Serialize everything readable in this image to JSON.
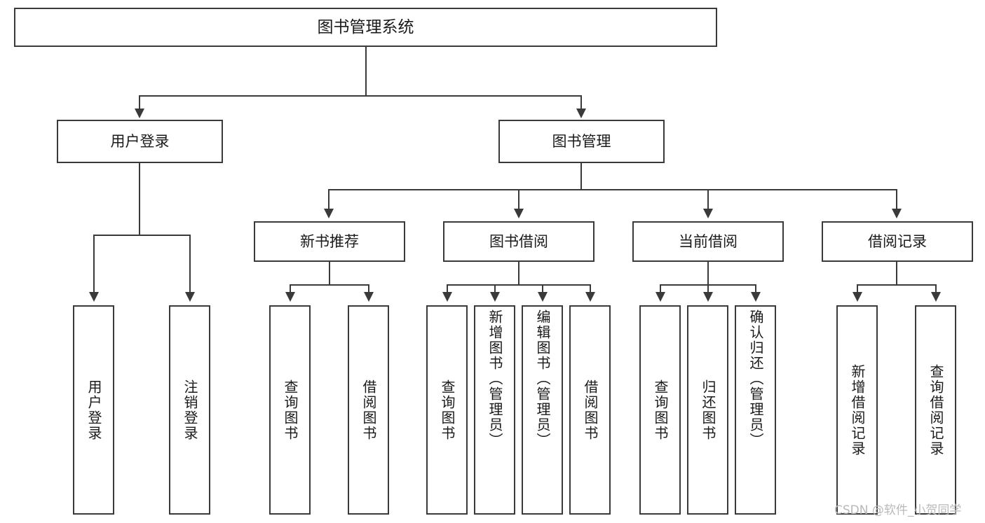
{
  "diagram": {
    "title": "图书管理系统",
    "type": "hierarchy-tree",
    "orientation": "top-down",
    "colors": {
      "box_border": "#3a3a3a",
      "box_fill": "#ffffff",
      "connector": "#3a3a3a",
      "text": "#1a1a1a",
      "background": "#ffffff",
      "watermark": "#b9b9b9"
    },
    "root": {
      "label": "图书管理系统",
      "children": [
        {
          "label": "用户登录",
          "children": [
            {
              "label": "用户登录"
            },
            {
              "label": "注销登录"
            }
          ]
        },
        {
          "label": "图书管理",
          "children": [
            {
              "label": "新书推荐",
              "children": [
                {
                  "label": "查询图书"
                },
                {
                  "label": "借阅图书"
                }
              ]
            },
            {
              "label": "图书借阅",
              "children": [
                {
                  "label": "查询图书"
                },
                {
                  "label": "新增图书（管理员）"
                },
                {
                  "label": "编辑图书（管理员）"
                },
                {
                  "label": "借阅图书"
                }
              ]
            },
            {
              "label": "当前借阅",
              "children": [
                {
                  "label": "查询图书"
                },
                {
                  "label": "归还图书"
                },
                {
                  "label": "确认归还（管理员）"
                }
              ]
            },
            {
              "label": "借阅记录",
              "children": [
                {
                  "label": "新增借阅记录"
                },
                {
                  "label": "查询借阅记录"
                }
              ]
            }
          ]
        }
      ]
    },
    "nodes": {
      "root": "图书管理系统",
      "user_login": "用户登录",
      "book_manage": "图书管理",
      "new_book_rec": "新书推荐",
      "book_borrow": "图书借阅",
      "current_borrow": "当前借阅",
      "borrow_record": "借阅记录",
      "leaf_user_login": "用户登录",
      "leaf_user_logout": "注销登录",
      "leaf_rec_query": "查询图书",
      "leaf_rec_borrow": "借阅图书",
      "leaf_borrow_query": "查询图书",
      "leaf_borrow_add": "新增图书（管理员）",
      "leaf_borrow_edit": "编辑图书（管理员）",
      "leaf_borrow_borrow": "借阅图书",
      "leaf_cur_query": "查询图书",
      "leaf_cur_return": "归还图书",
      "leaf_cur_confirm": "确认归还（管理员）",
      "leaf_rec_add": "新增借阅记录",
      "leaf_rec_search": "查询借阅记录"
    }
  },
  "watermark": {
    "text": "CSDN @软件_小贺同学"
  }
}
